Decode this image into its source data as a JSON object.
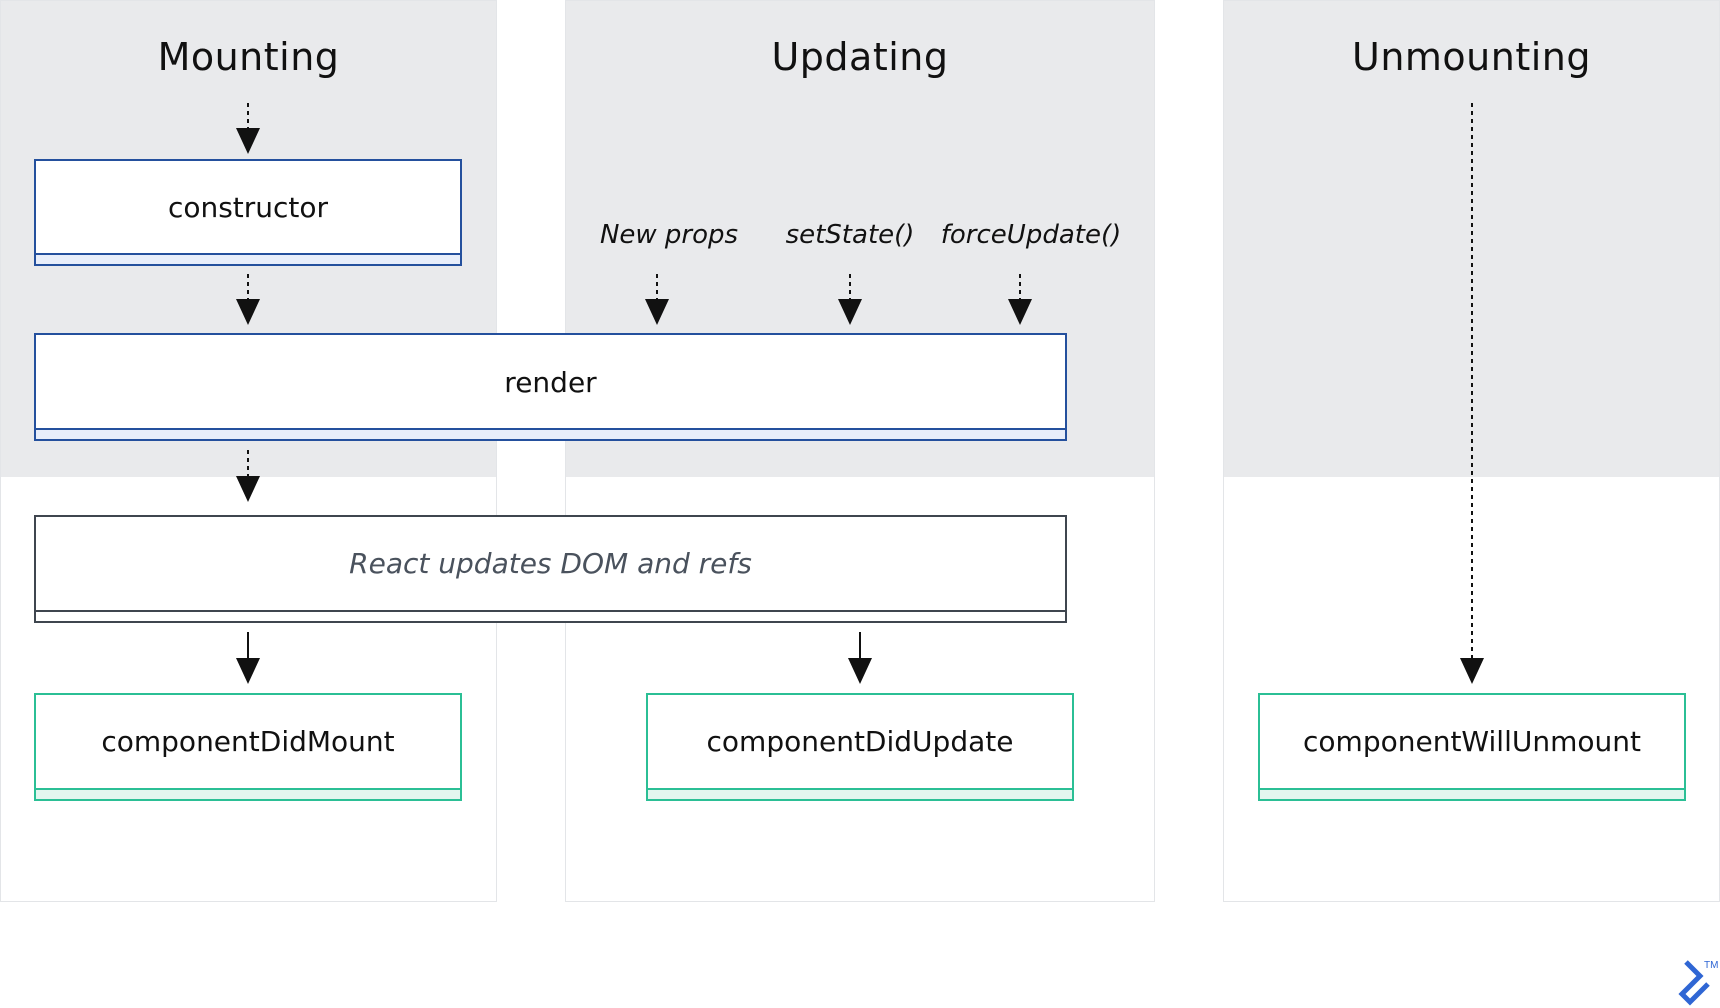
{
  "phases": {
    "mounting": "Mounting",
    "updating": "Updating",
    "unmounting": "Unmounting"
  },
  "triggers": {
    "new_props": "New props",
    "set_state": "setState()",
    "force_update": "forceUpdate()"
  },
  "methods": {
    "constructor": "constructor",
    "render": "render",
    "react_updates": "React updates DOM and refs",
    "component_did_mount": "componentDidMount",
    "component_did_update": "componentDidUpdate",
    "component_will_unmount": "componentWillUnmount"
  },
  "logo": {
    "trademark": "TM"
  },
  "colors": {
    "panel_shade": "#e9eaec",
    "render_border": "#24509d",
    "commit_border": "#2bbf95",
    "dom_border": "#3f464f",
    "logo": "#2f66d4"
  }
}
